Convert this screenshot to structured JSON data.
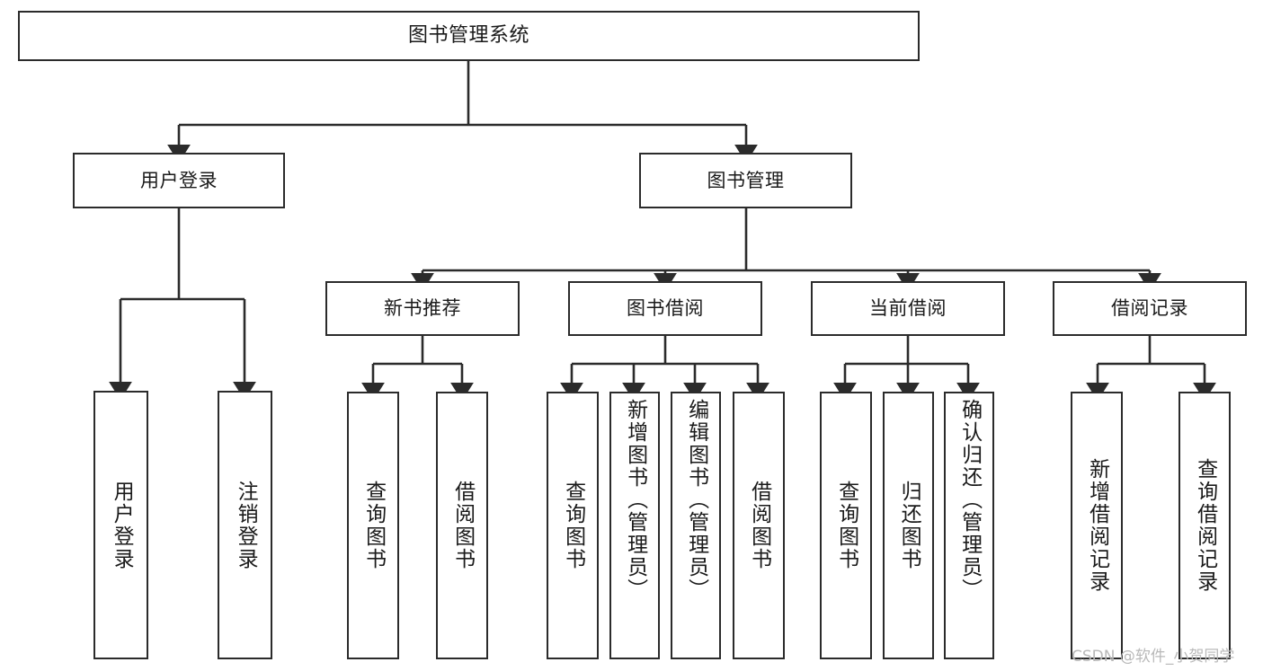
{
  "diagram": {
    "title": "图书管理系统",
    "type": "hierarchy-tree",
    "edge_color": "#2b2b2b",
    "node_border_color": "#2b2b2b",
    "node_fill_color": "#ffffff",
    "background_color": "#ffffff",
    "levels": 4,
    "nodes": {
      "root": {
        "label": "图书管理系统"
      },
      "level2": [
        {
          "label": "用户登录"
        },
        {
          "label": "图书管理"
        }
      ],
      "level3": [
        {
          "label": "新书推荐"
        },
        {
          "label": "图书借阅"
        },
        {
          "label": "当前借阅"
        },
        {
          "label": "借阅记录"
        }
      ],
      "leaves": {
        "user_login": [
          {
            "label": "用户登录"
          },
          {
            "label": "注销登录"
          }
        ],
        "new_book_recommend": [
          {
            "label": "查询图书"
          },
          {
            "label": "借阅图书"
          }
        ],
        "book_borrow": [
          {
            "label": "查询图书"
          },
          {
            "label": "新增图书（管理员）"
          },
          {
            "label": "编辑图书（管理员）"
          },
          {
            "label": "借阅图书"
          }
        ],
        "current_borrow": [
          {
            "label": "查询图书"
          },
          {
            "label": "归还图书"
          },
          {
            "label": "确认归还（管理员）"
          }
        ],
        "borrow_record": [
          {
            "label": "新增借阅记录"
          },
          {
            "label": "查询借阅记录"
          }
        ]
      }
    }
  },
  "watermark": {
    "text": "CSDN @软件_小贺同学"
  }
}
